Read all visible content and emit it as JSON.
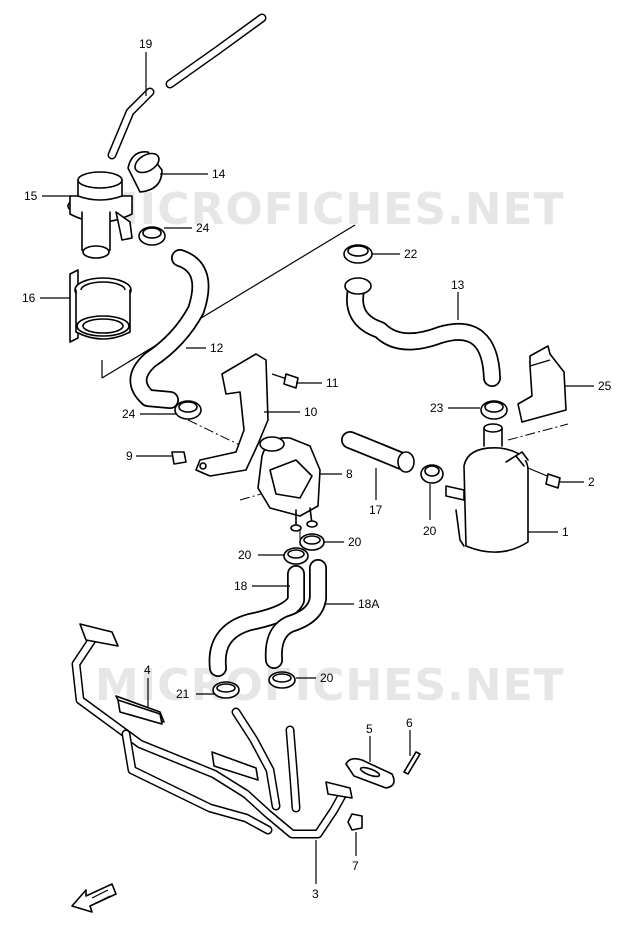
{
  "watermark": "MICROFICHES.NET",
  "callouts": [
    {
      "id": "c1",
      "label": "1"
    },
    {
      "id": "c2",
      "label": "2"
    },
    {
      "id": "c3",
      "label": "3"
    },
    {
      "id": "c4",
      "label": "4"
    },
    {
      "id": "c5",
      "label": "5"
    },
    {
      "id": "c6",
      "label": "6"
    },
    {
      "id": "c7",
      "label": "7"
    },
    {
      "id": "c8",
      "label": "8"
    },
    {
      "id": "c9",
      "label": "9"
    },
    {
      "id": "c10",
      "label": "10"
    },
    {
      "id": "c11",
      "label": "11"
    },
    {
      "id": "c12",
      "label": "12"
    },
    {
      "id": "c13",
      "label": "13"
    },
    {
      "id": "c14",
      "label": "14"
    },
    {
      "id": "c15",
      "label": "15"
    },
    {
      "id": "c16",
      "label": "16"
    },
    {
      "id": "c17",
      "label": "17"
    },
    {
      "id": "c18",
      "label": "18"
    },
    {
      "id": "c18a",
      "label": "18A"
    },
    {
      "id": "c19",
      "label": "19"
    },
    {
      "id": "c20a",
      "label": "20"
    },
    {
      "id": "c20b",
      "label": "20"
    },
    {
      "id": "c20c",
      "label": "20"
    },
    {
      "id": "c20d",
      "label": "20"
    },
    {
      "id": "c21",
      "label": "21"
    },
    {
      "id": "c22",
      "label": "22"
    },
    {
      "id": "c23",
      "label": "23"
    },
    {
      "id": "c24a",
      "label": "24"
    },
    {
      "id": "c24b",
      "label": "24"
    },
    {
      "id": "c25",
      "label": "25"
    }
  ]
}
